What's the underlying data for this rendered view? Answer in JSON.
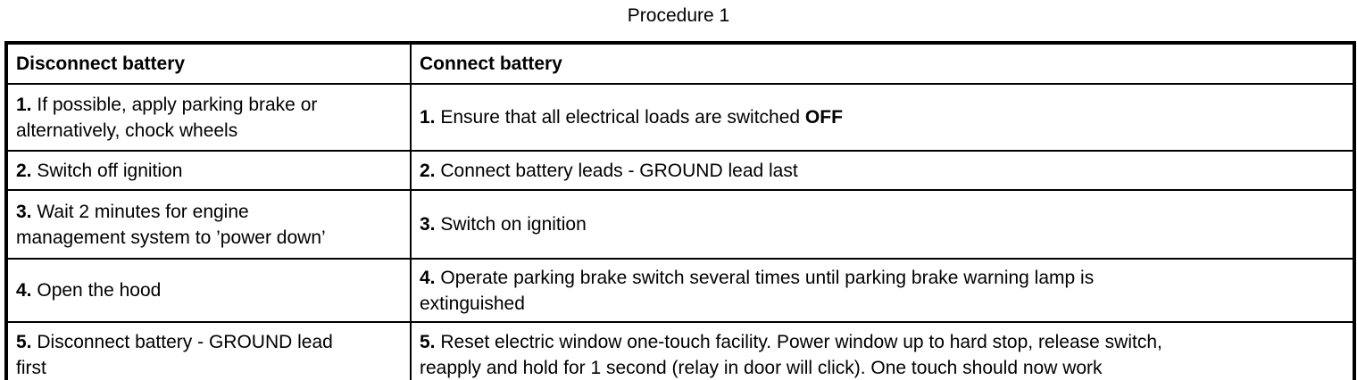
{
  "title": "Procedure 1",
  "table": {
    "columns": [
      {
        "header": "Disconnect battery"
      },
      {
        "header": "Connect battery"
      }
    ],
    "rows": [
      {
        "left": {
          "num": "1. ",
          "text": "If possible, apply parking brake or\nalternatively, chock wheels"
        },
        "right": {
          "num": "1. ",
          "text": "Ensure that all electrical loads are switched ",
          "bold": "OFF"
        }
      },
      {
        "left": {
          "num": "2. ",
          "text": "Switch off ignition"
        },
        "right": {
          "num": "2. ",
          "text": "Connect battery leads - GROUND lead last"
        }
      },
      {
        "left": {
          "num": "3. ",
          "text": "Wait 2 minutes for engine\nmanagement system to ’power down’"
        },
        "right": {
          "num": "3. ",
          "text": "Switch on ignition"
        }
      },
      {
        "left": {
          "num": "4. ",
          "text": "Open the hood"
        },
        "right": {
          "num": "4. ",
          "text": "Operate parking brake switch several times until parking brake warning lamp is\nextinguished"
        }
      },
      {
        "left": {
          "num": "5. ",
          "text": "Disconnect battery - GROUND lead\nfirst"
        },
        "right": {
          "num": "5. ",
          "text": "Reset electric window one-touch facility. Power window up to hard stop, release switch,\nreapply and hold for 1 second (relay in door will click). One touch should now work"
        }
      }
    ]
  }
}
